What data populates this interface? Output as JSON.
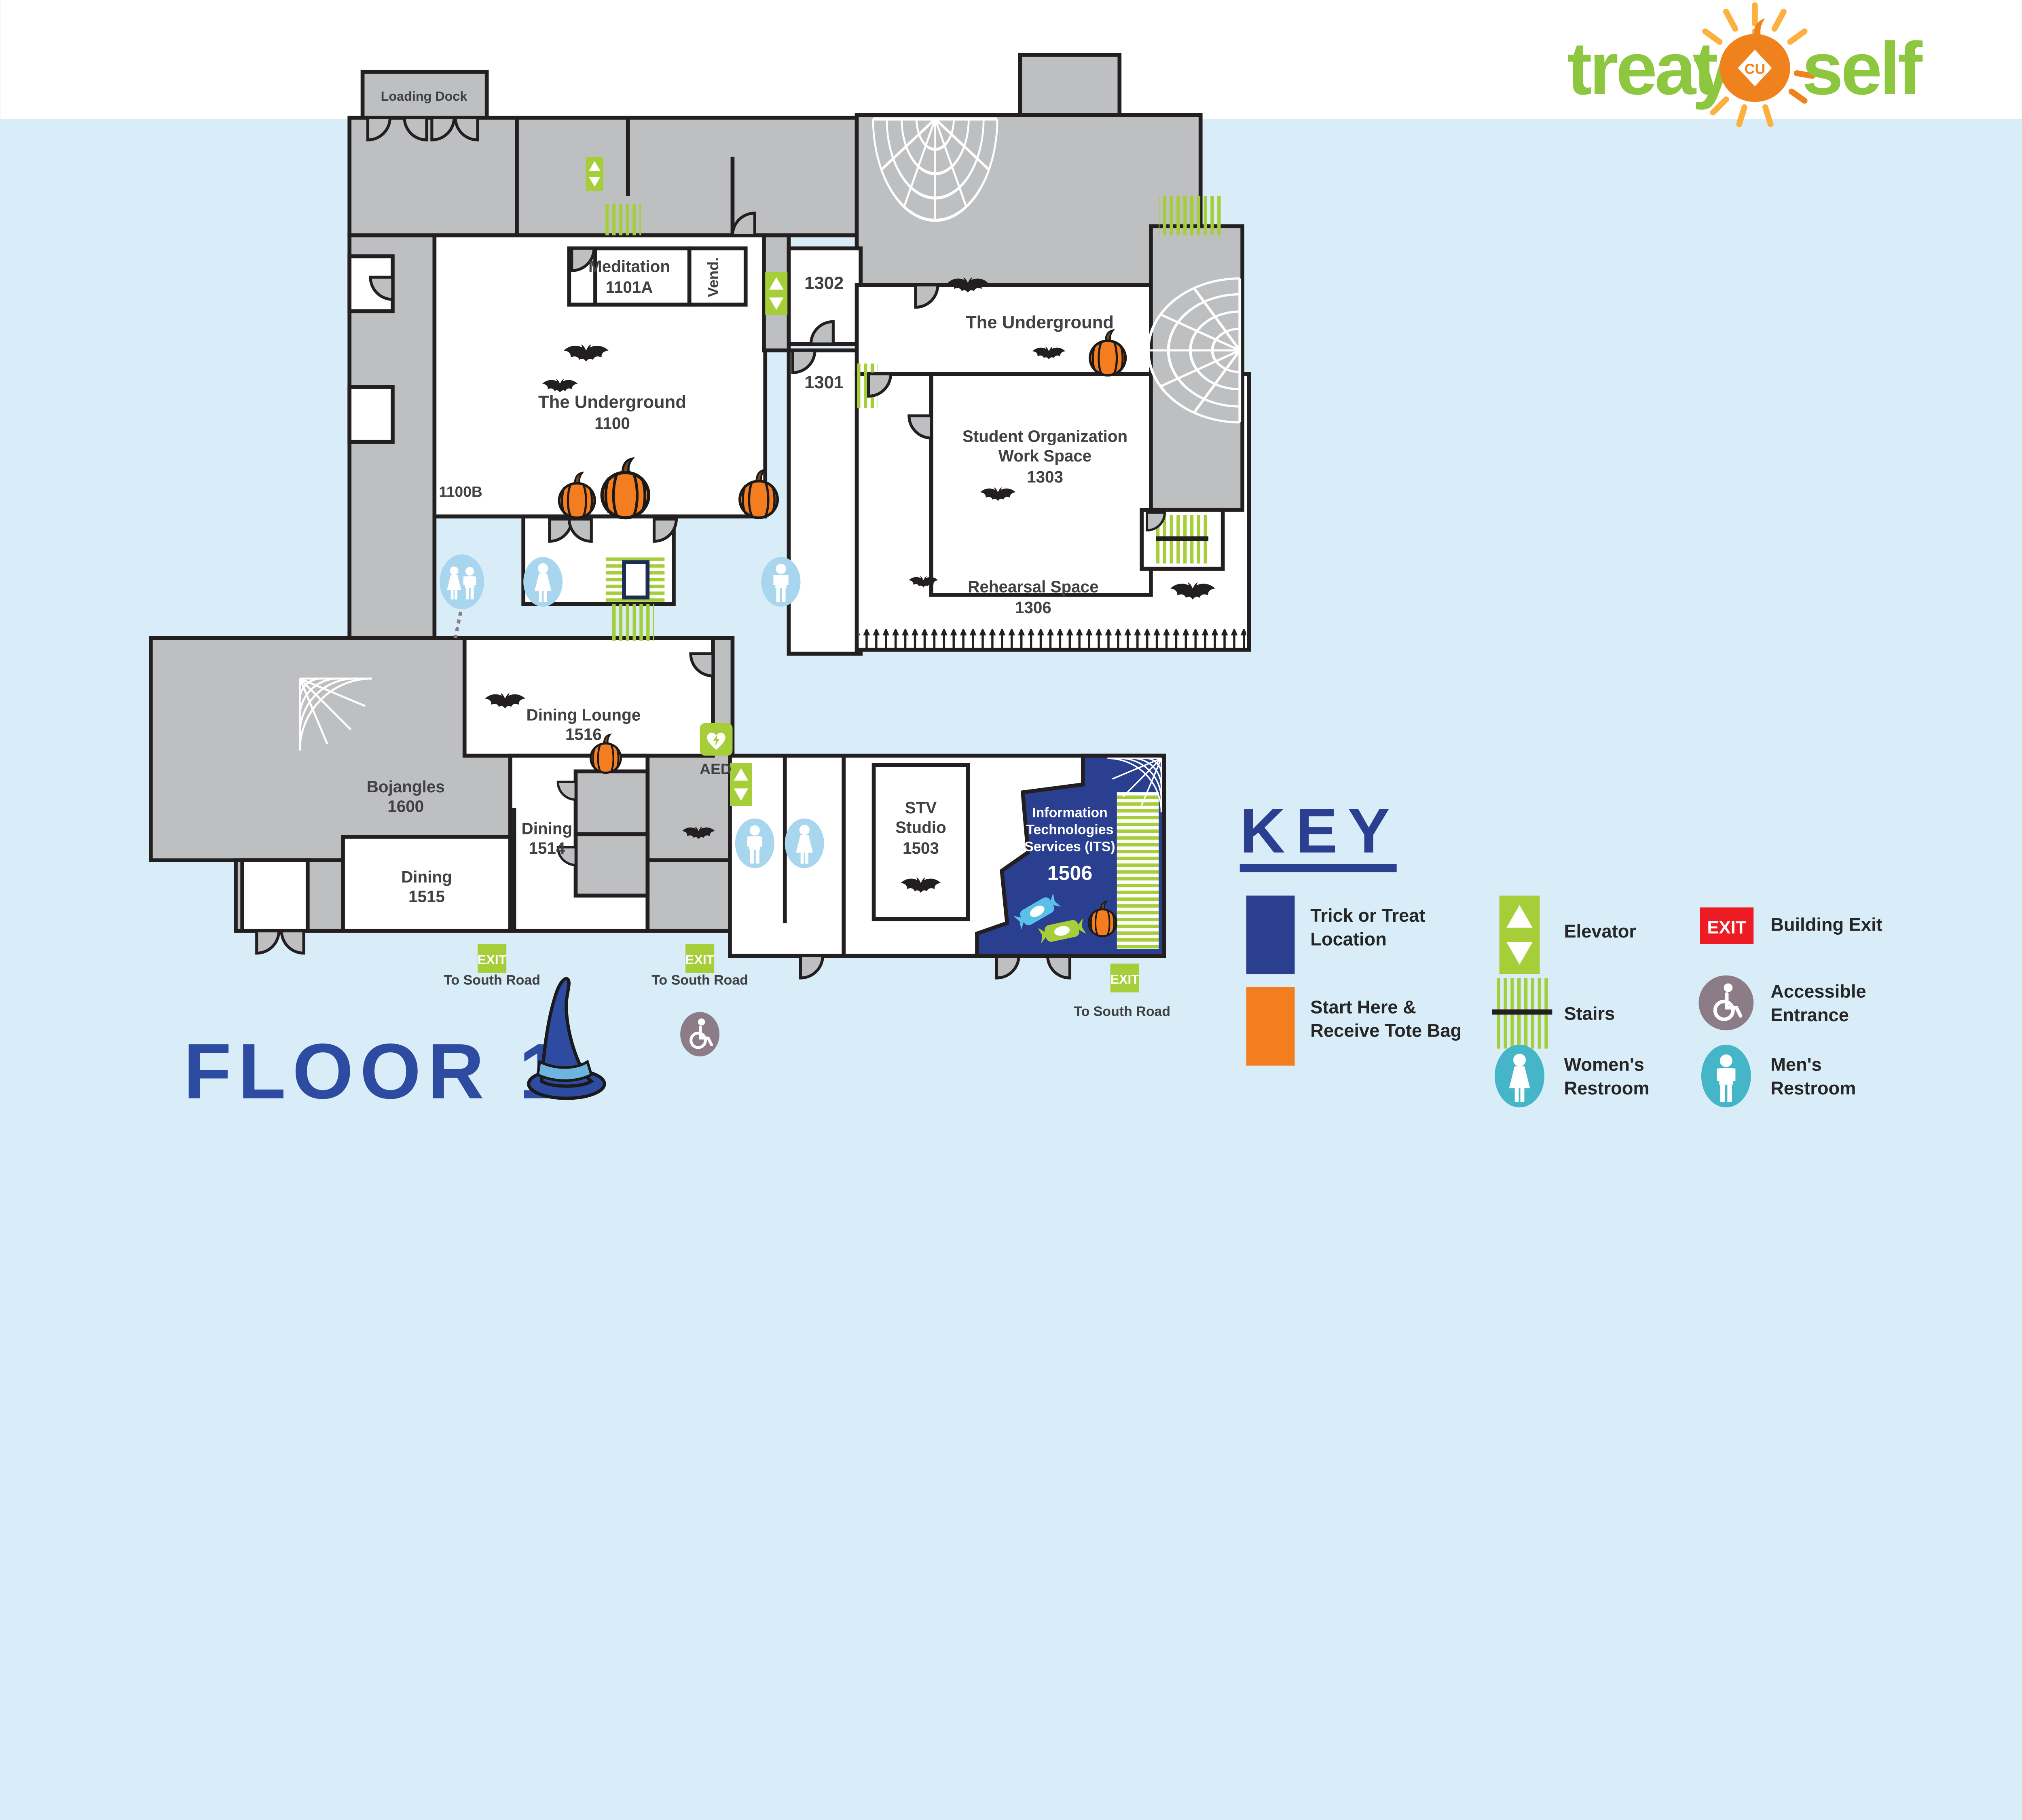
{
  "logo": {
    "word1": "treat",
    "word2": "y",
    "word3": "self",
    "monogram": "CU"
  },
  "floor_label": "FLOOR 1",
  "key": {
    "title": "KEY",
    "items": [
      {
        "icon": "trick-or-treat-square",
        "label1": "Trick or Treat",
        "label2": "Location"
      },
      {
        "icon": "start-here-square",
        "label1": "Start Here &",
        "label2": "Receive Tote Bag"
      },
      {
        "icon": "elevator",
        "label1": "Elevator",
        "label2": ""
      },
      {
        "icon": "stairs",
        "label1": "Stairs",
        "label2": ""
      },
      {
        "icon": "womens-restroom",
        "label1": "Women's",
        "label2": "Restroom"
      },
      {
        "icon": "building-exit",
        "label1": "Building Exit",
        "label2": ""
      },
      {
        "icon": "accessible-entrance",
        "label1": "Accessible",
        "label2": "Entrance"
      },
      {
        "icon": "mens-restroom",
        "label1": "Men's",
        "label2": "Restroom"
      }
    ]
  },
  "signs": {
    "exit": "EXIT",
    "aed": "AED",
    "to_south_road": "To South Road"
  },
  "rooms": {
    "loading_dock": "Loading Dock",
    "meditation": {
      "name": "Meditation",
      "number": "1101A"
    },
    "vend": "Vend.",
    "room_1302": "1302",
    "room_1301": "1301",
    "underground": {
      "name": "The Underground",
      "number": "1100"
    },
    "room_1100b": "1100B",
    "underground_right": {
      "name": "The Underground"
    },
    "student_org": {
      "line1": "Student Organization",
      "line2": "Work Space",
      "number": "1303"
    },
    "rehearsal": {
      "name": "Rehearsal Space",
      "number": "1306"
    },
    "dining_lounge": {
      "name": "Dining Lounge",
      "number": "1516"
    },
    "bojangles": {
      "name": "Bojangles",
      "number": "1600"
    },
    "dining_1514": {
      "name": "Dining",
      "number": "1514"
    },
    "dining_1515": {
      "name": "Dining",
      "number": "1515"
    },
    "stv": {
      "line1": "STV",
      "line2": "Studio",
      "number": "1503"
    },
    "its": {
      "line1": "Information",
      "line2": "Technologies",
      "line3": "Services (ITS)",
      "number": "1506"
    }
  },
  "colors": {
    "background": "#d9edf9",
    "wall": "#231f20",
    "room_gray": "#bdbfc1",
    "accent_green": "#a6ce39",
    "navy": "#2b3f90",
    "orange": "#f47d20",
    "logo_green": "#8dc63f",
    "ray_yellow": "#fbb040",
    "legend_teal": "#45b5c8",
    "map_restroom_blue": "#a9d6ef",
    "accessible_mauve": "#8b7c87",
    "exit_red": "#ed1c24",
    "floor_blue": "#2d4ba0"
  }
}
